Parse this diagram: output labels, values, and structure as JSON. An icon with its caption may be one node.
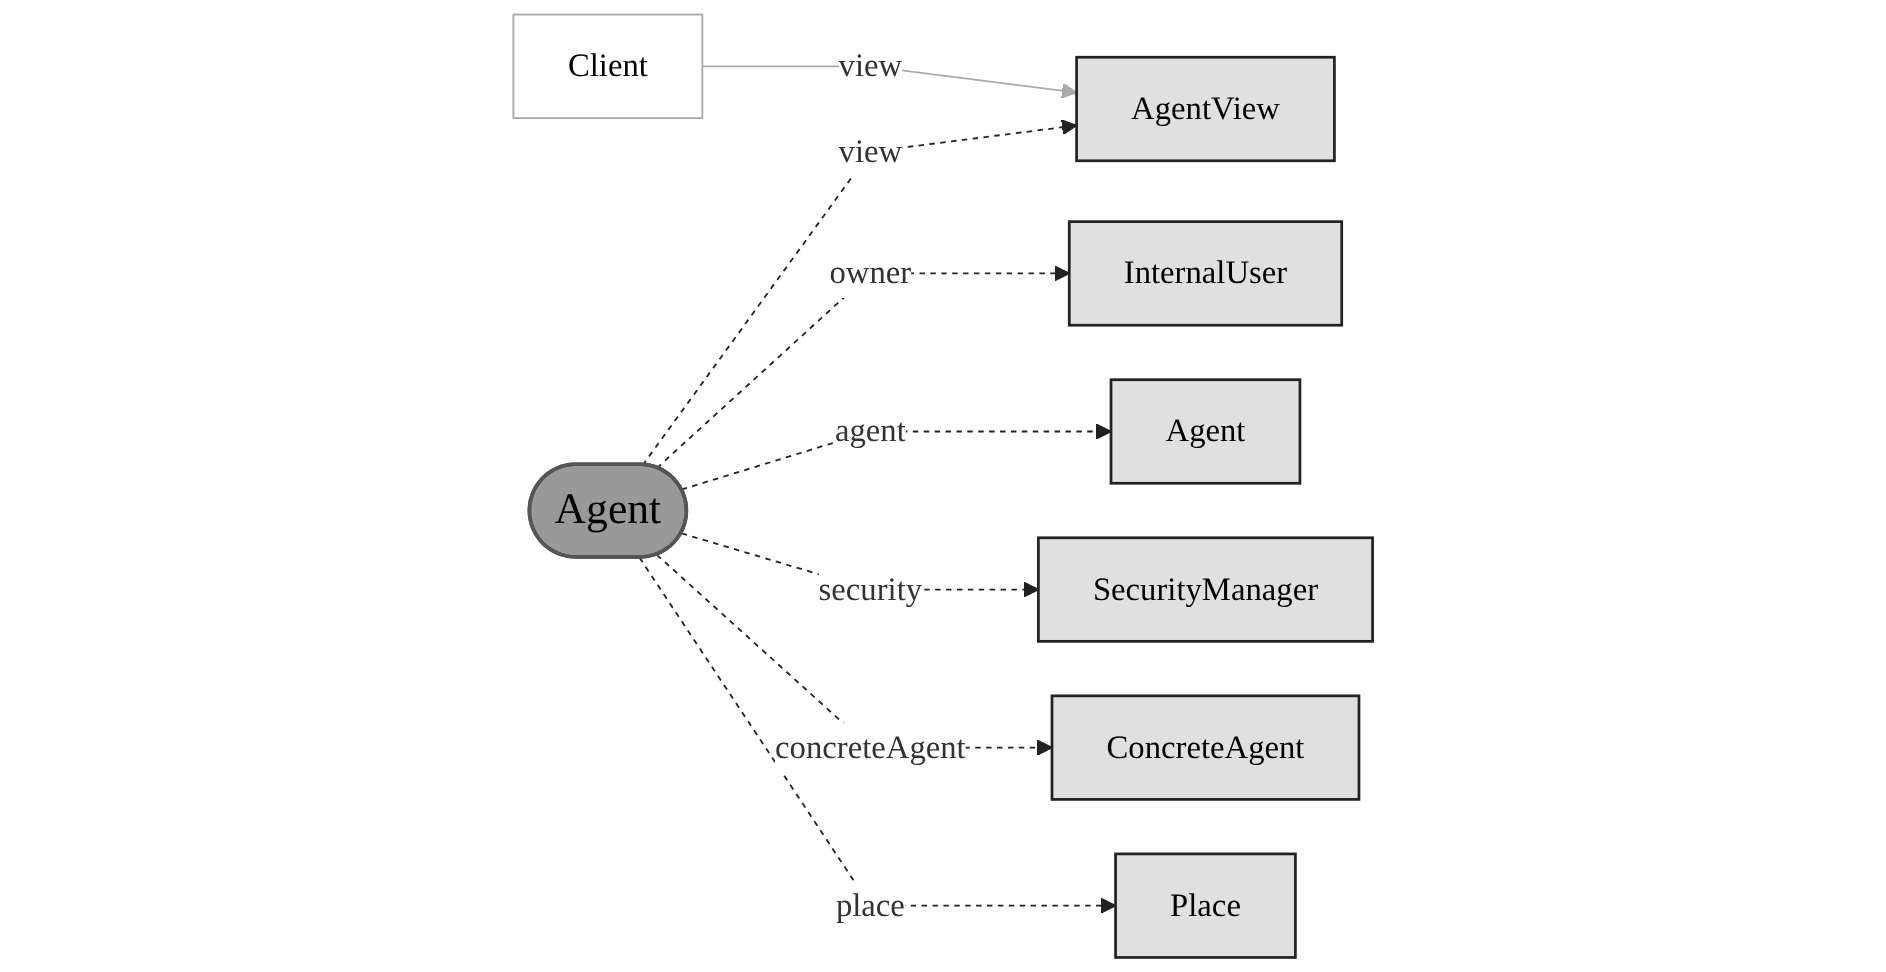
{
  "diagram": {
    "nodes": [
      {
        "text": [
          "Client"
        ]
      },
      {
        "text": [
          "AgentView"
        ]
      },
      {
        "text": [
          "InternalUser"
        ]
      },
      {
        "text": [
          "Agent"
        ]
      },
      {
        "text": [
          "Agent"
        ]
      },
      {
        "text": [
          "SecurityManager"
        ]
      },
      {
        "text": [
          "ConcreteAgent"
        ]
      },
      {
        "text": [
          "Place"
        ]
      }
    ],
    "edges": [
      {
        "from": 0,
        "to": 1,
        "arrow": "to",
        "label": "view",
        "color": "#aaaaaa"
      },
      {
        "from": 4,
        "to": 1,
        "arrow": "to",
        "label": "view",
        "style": "dashed"
      },
      {
        "from": 4,
        "to": 2,
        "arrow": "to",
        "label": "owner",
        "style": "dashed"
      },
      {
        "from": 4,
        "to": 3,
        "arrow": "to",
        "label": "agent",
        "style": "dashed"
      },
      {
        "from": 4,
        "to": 5,
        "arrow": "to",
        "label": "security",
        "style": "dashed"
      },
      {
        "from": 4,
        "to": 6,
        "arrow": "to",
        "label": "concreteAgent",
        "style": "dashed"
      },
      {
        "from": 4,
        "to": 7,
        "arrow": "to",
        "label": "place",
        "style": "dashed"
      }
    ]
  }
}
